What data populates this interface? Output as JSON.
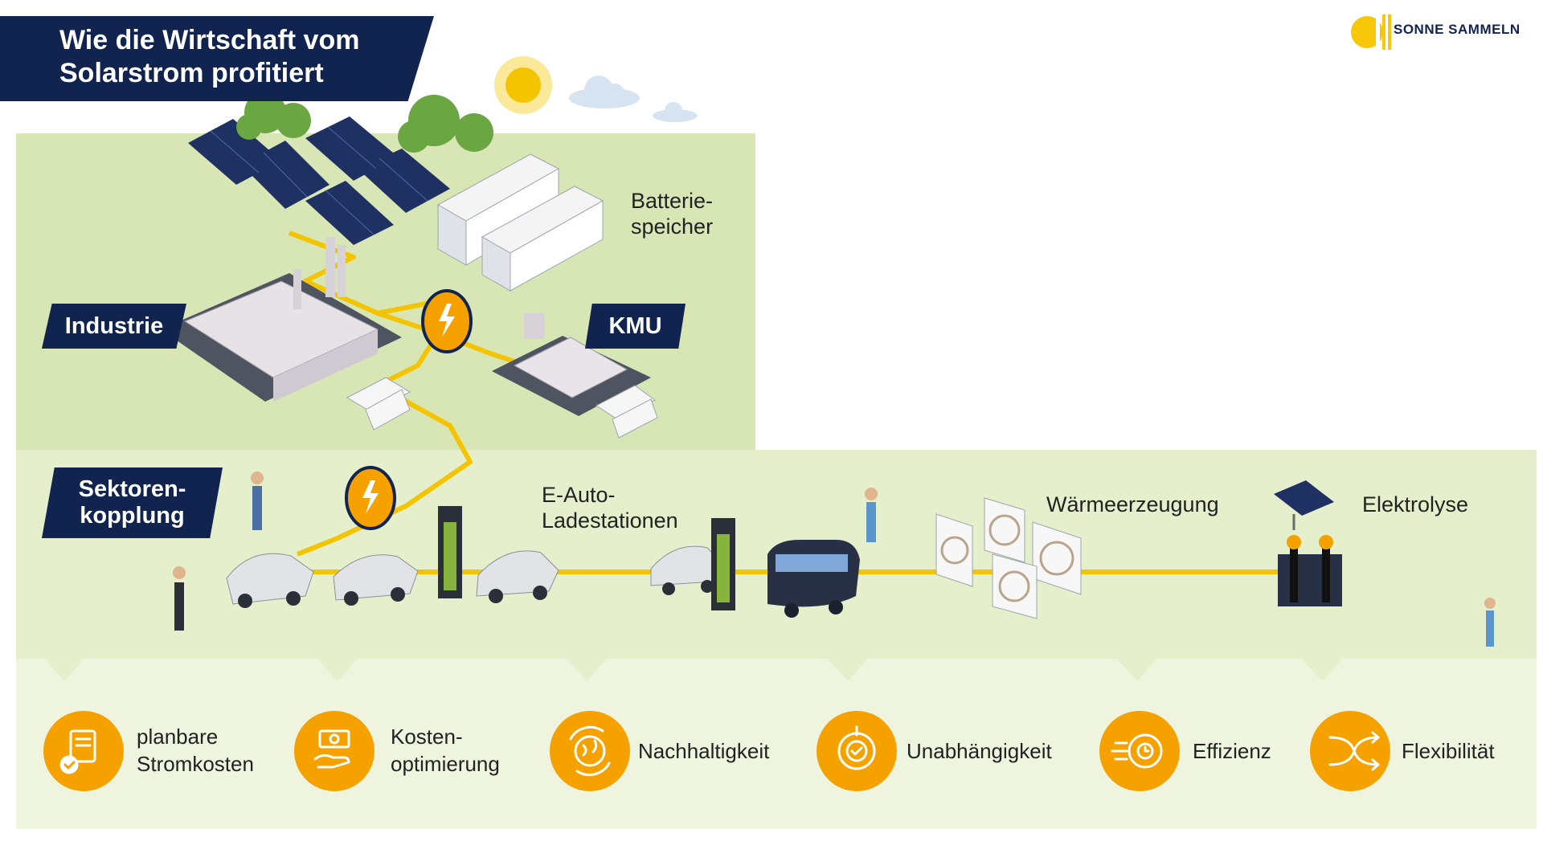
{
  "title": "Wie die Wirtschaft vom Solarstrom profitiert",
  "logo": {
    "text": "SONNE SAMMELN",
    "icon": "sun-stripes-logo"
  },
  "tags": {
    "industrie": "Industrie",
    "kmu": "KMU",
    "sektoren": "Sektoren-\nkopplung"
  },
  "labels": {
    "batteriespeicher": "Batterie-\nspeicher",
    "eauto": "E-Auto-\nLadestationen",
    "waerme": "Wärmeerzeugung",
    "elektrolyse": "Elektrolyse"
  },
  "benefits": [
    {
      "label": "planbare\nStromkosten",
      "icon": "document-check-icon"
    },
    {
      "label": "Kosten-\noptimierung",
      "icon": "money-hand-icon"
    },
    {
      "label": "Nachhaltigkeit",
      "icon": "globe-cycle-icon"
    },
    {
      "label": "Unabhängigkeit",
      "icon": "target-check-icon"
    },
    {
      "label": "Effizienz",
      "icon": "gear-clock-icon"
    },
    {
      "label": "Flexibilität",
      "icon": "shuffle-arrows-icon"
    }
  ],
  "colors": {
    "navy": "#10244f",
    "orange": "#f5a100",
    "yellow": "#f7c80a",
    "green_light": "#d7e6b4",
    "green_pale": "#e5efcb",
    "green_paler": "#eef4de"
  }
}
